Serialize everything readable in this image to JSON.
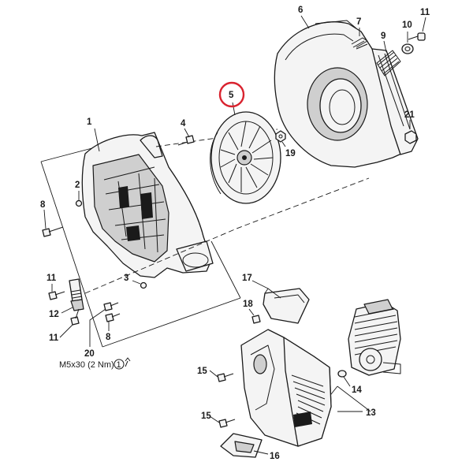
{
  "callouts": {
    "c1": "1",
    "c2": "2",
    "c3": "3",
    "c4": "4",
    "c5": "5",
    "c6": "6",
    "c7": "7",
    "c8a": "8",
    "c8b": "8",
    "c9": "9",
    "c10": "10",
    "c11a": "11",
    "c11b": "11",
    "c11c": "11",
    "c12": "12",
    "c13": "13",
    "c14": "14",
    "c15a": "15",
    "c15b": "15",
    "c16": "16",
    "c17": "17",
    "c18": "18",
    "c19": "19",
    "c20": "20",
    "c21": "21"
  },
  "torque_note": {
    "text": "M5x30 (2 Nm)",
    "step_number": "1"
  },
  "highlighted_callout": "5",
  "colors": {
    "highlight": "#d9232f",
    "line": "#1a1a1a"
  }
}
